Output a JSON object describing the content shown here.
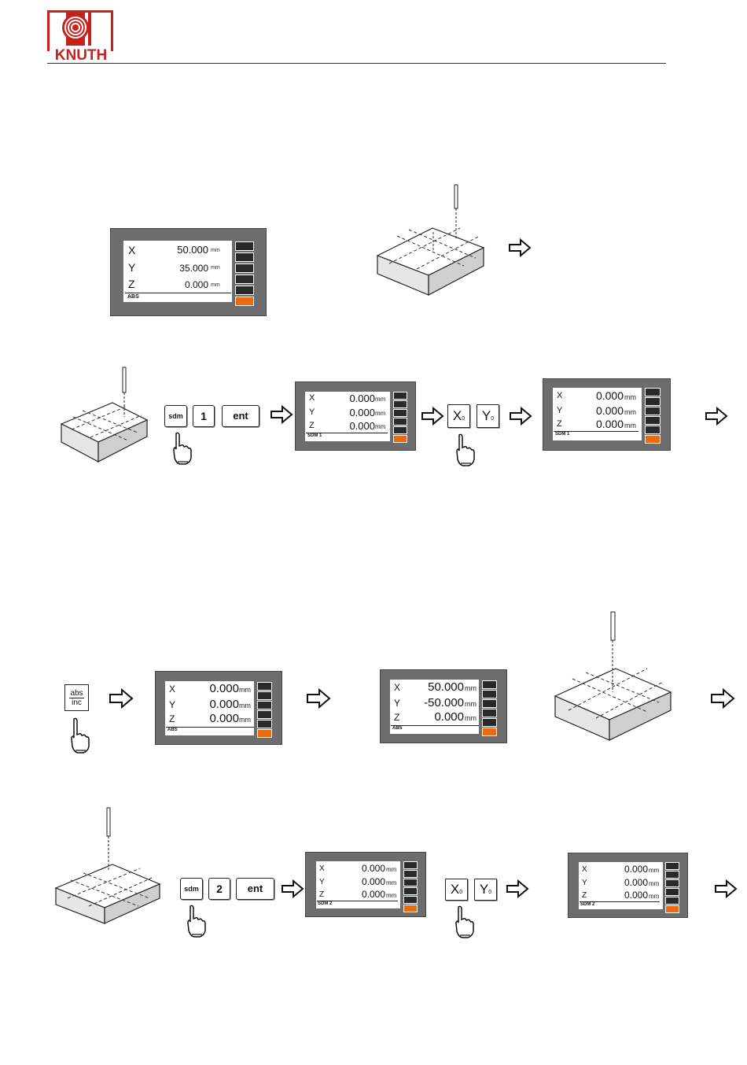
{
  "header": {
    "logo_text": "KNUTH",
    "brand_color": "#c8211d"
  },
  "units": {
    "mm": "mm"
  },
  "axes": {
    "x": "X",
    "y": "Y",
    "z": "Z"
  },
  "accent_colors": {
    "active_key": "#ea6a10",
    "dro_frame": "#6d6d6d"
  },
  "displays": {
    "d1": {
      "x": "50.000",
      "y": "35.000",
      "z": "0.000",
      "mode": "ABS"
    },
    "d2": {
      "x": "0.000",
      "y": "0.000",
      "z": "0.000",
      "mode": "SDM 1"
    },
    "d3": {
      "x": "0.000",
      "y": "0.000",
      "z": "0.000",
      "mode": "SDM 1"
    },
    "d4": {
      "x": "0.000",
      "y": "0.000",
      "z": "0.000",
      "mode": "ABS"
    },
    "d5": {
      "x": "50.000",
      "y": "-50.000",
      "z": "0.000",
      "mode": "ABS"
    },
    "d6": {
      "x": "0.000",
      "y": "0.000",
      "z": "0.000",
      "mode": "SDM 2"
    },
    "d7": {
      "x": "0.000",
      "y": "0.000",
      "z": "0.000",
      "mode": "SDM 2"
    }
  },
  "keys": {
    "sdm": "sdm",
    "one": "1",
    "two": "2",
    "ent": "ent",
    "x0": "X",
    "y0": "Y",
    "zero_sub": "0",
    "abs": "abs",
    "inc": "inc"
  },
  "icons": [
    "arrow-right-icon",
    "pointing-hand-icon",
    "workpiece-icon",
    "end-mill-icon",
    "knuth-logo-icon"
  ]
}
